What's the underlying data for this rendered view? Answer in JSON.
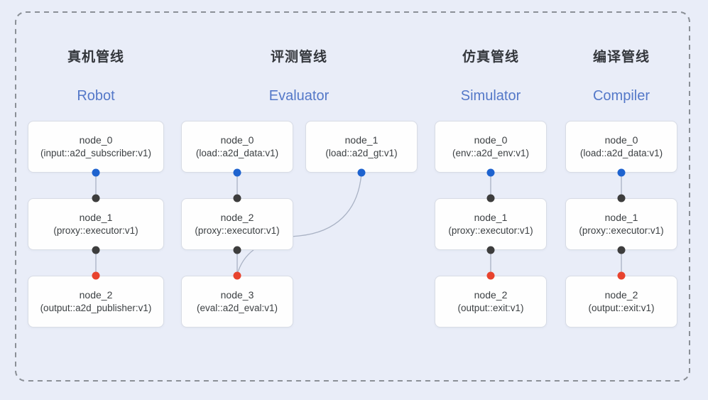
{
  "pipelines": [
    {
      "title_zh": "真机管线",
      "title_en": "Robot",
      "nodes": [
        {
          "name": "node_0",
          "impl": "(input::a2d_subscriber:v1)"
        },
        {
          "name": "node_1",
          "impl": "(proxy::executor:v1)"
        },
        {
          "name": "node_2",
          "impl": "(output::a2d_publisher:v1)"
        }
      ]
    },
    {
      "title_zh": "评测管线",
      "title_en": "Evaluator",
      "nodes": [
        {
          "name": "node_0",
          "impl": "(load::a2d_data:v1)"
        },
        {
          "name": "node_1",
          "impl": "(load::a2d_gt:v1)"
        },
        {
          "name": "node_2",
          "impl": "(proxy::executor:v1)"
        },
        {
          "name": "node_3",
          "impl": "(eval::a2d_eval:v1)"
        }
      ]
    },
    {
      "title_zh": "仿真管线",
      "title_en": "Simulator",
      "nodes": [
        {
          "name": "node_0",
          "impl": "(env::a2d_env:v1)"
        },
        {
          "name": "node_1",
          "impl": "(proxy::executor:v1)"
        },
        {
          "name": "node_2",
          "impl": "(output::exit:v1)"
        }
      ]
    },
    {
      "title_zh": "编译管线",
      "title_en": "Compiler",
      "nodes": [
        {
          "name": "node_0",
          "impl": "(load::a2d_data:v1)"
        },
        {
          "name": "node_1",
          "impl": "(proxy::executor:v1)"
        },
        {
          "name": "node_2",
          "impl": "(output::exit:v1)"
        }
      ]
    }
  ],
  "colors": {
    "background": "#e9edf8",
    "dashed_border": "#8b9097",
    "box_border": "#d8dce5",
    "wire": "#a9b2c4",
    "input_port_blue": "#1e63cf",
    "mid_port_black": "#3d3d3d",
    "output_port_red": "#e8432e",
    "title_en_blue": "#5478c8",
    "title_zh_dark": "#34373c"
  }
}
